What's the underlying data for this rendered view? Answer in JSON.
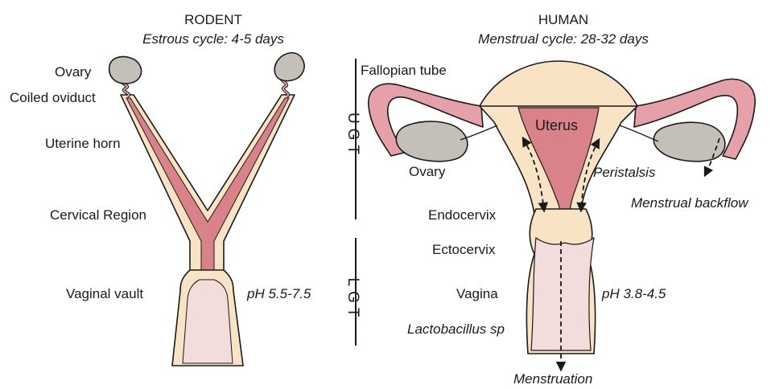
{
  "rodent": {
    "title": "RODENT",
    "subtitle": "Estrous cycle: 4-5 days",
    "labels": {
      "ovary": "Ovary",
      "coiled_oviduct": "Coiled oviduct",
      "uterine_horn": "Uterine horn",
      "cervical_region": "Cervical Region",
      "vaginal_vault": "Vaginal vault",
      "ph": "pH 5.5-7.5"
    }
  },
  "human": {
    "title": "HUMAN",
    "subtitle": "Menstrual cycle: 28-32 days",
    "labels": {
      "fallopian_tube": "Fallopian tube",
      "uterus": "Uterus",
      "ovary": "Ovary",
      "peristalsis": "Peristalsis",
      "menstrual_backflow": "Menstrual backflow",
      "endocervix": "Endocervix",
      "ectocervix": "Ectocervix",
      "vagina": "Vagina",
      "ph": "pH 3.8-4.5",
      "lactobacillus": "Lactobacillus sp",
      "menstruation": "Menstruation"
    }
  },
  "regions": {
    "ugt": "UGT",
    "lgt": "LGT"
  },
  "colors": {
    "tissue": "#f8e3c4",
    "uterus_lining": "#d9828a",
    "tube": "#e6a1a8",
    "ovary": "#c4bfb8",
    "vagina_lumen": "#f3dcdc",
    "outline": "#1a1a1a"
  }
}
